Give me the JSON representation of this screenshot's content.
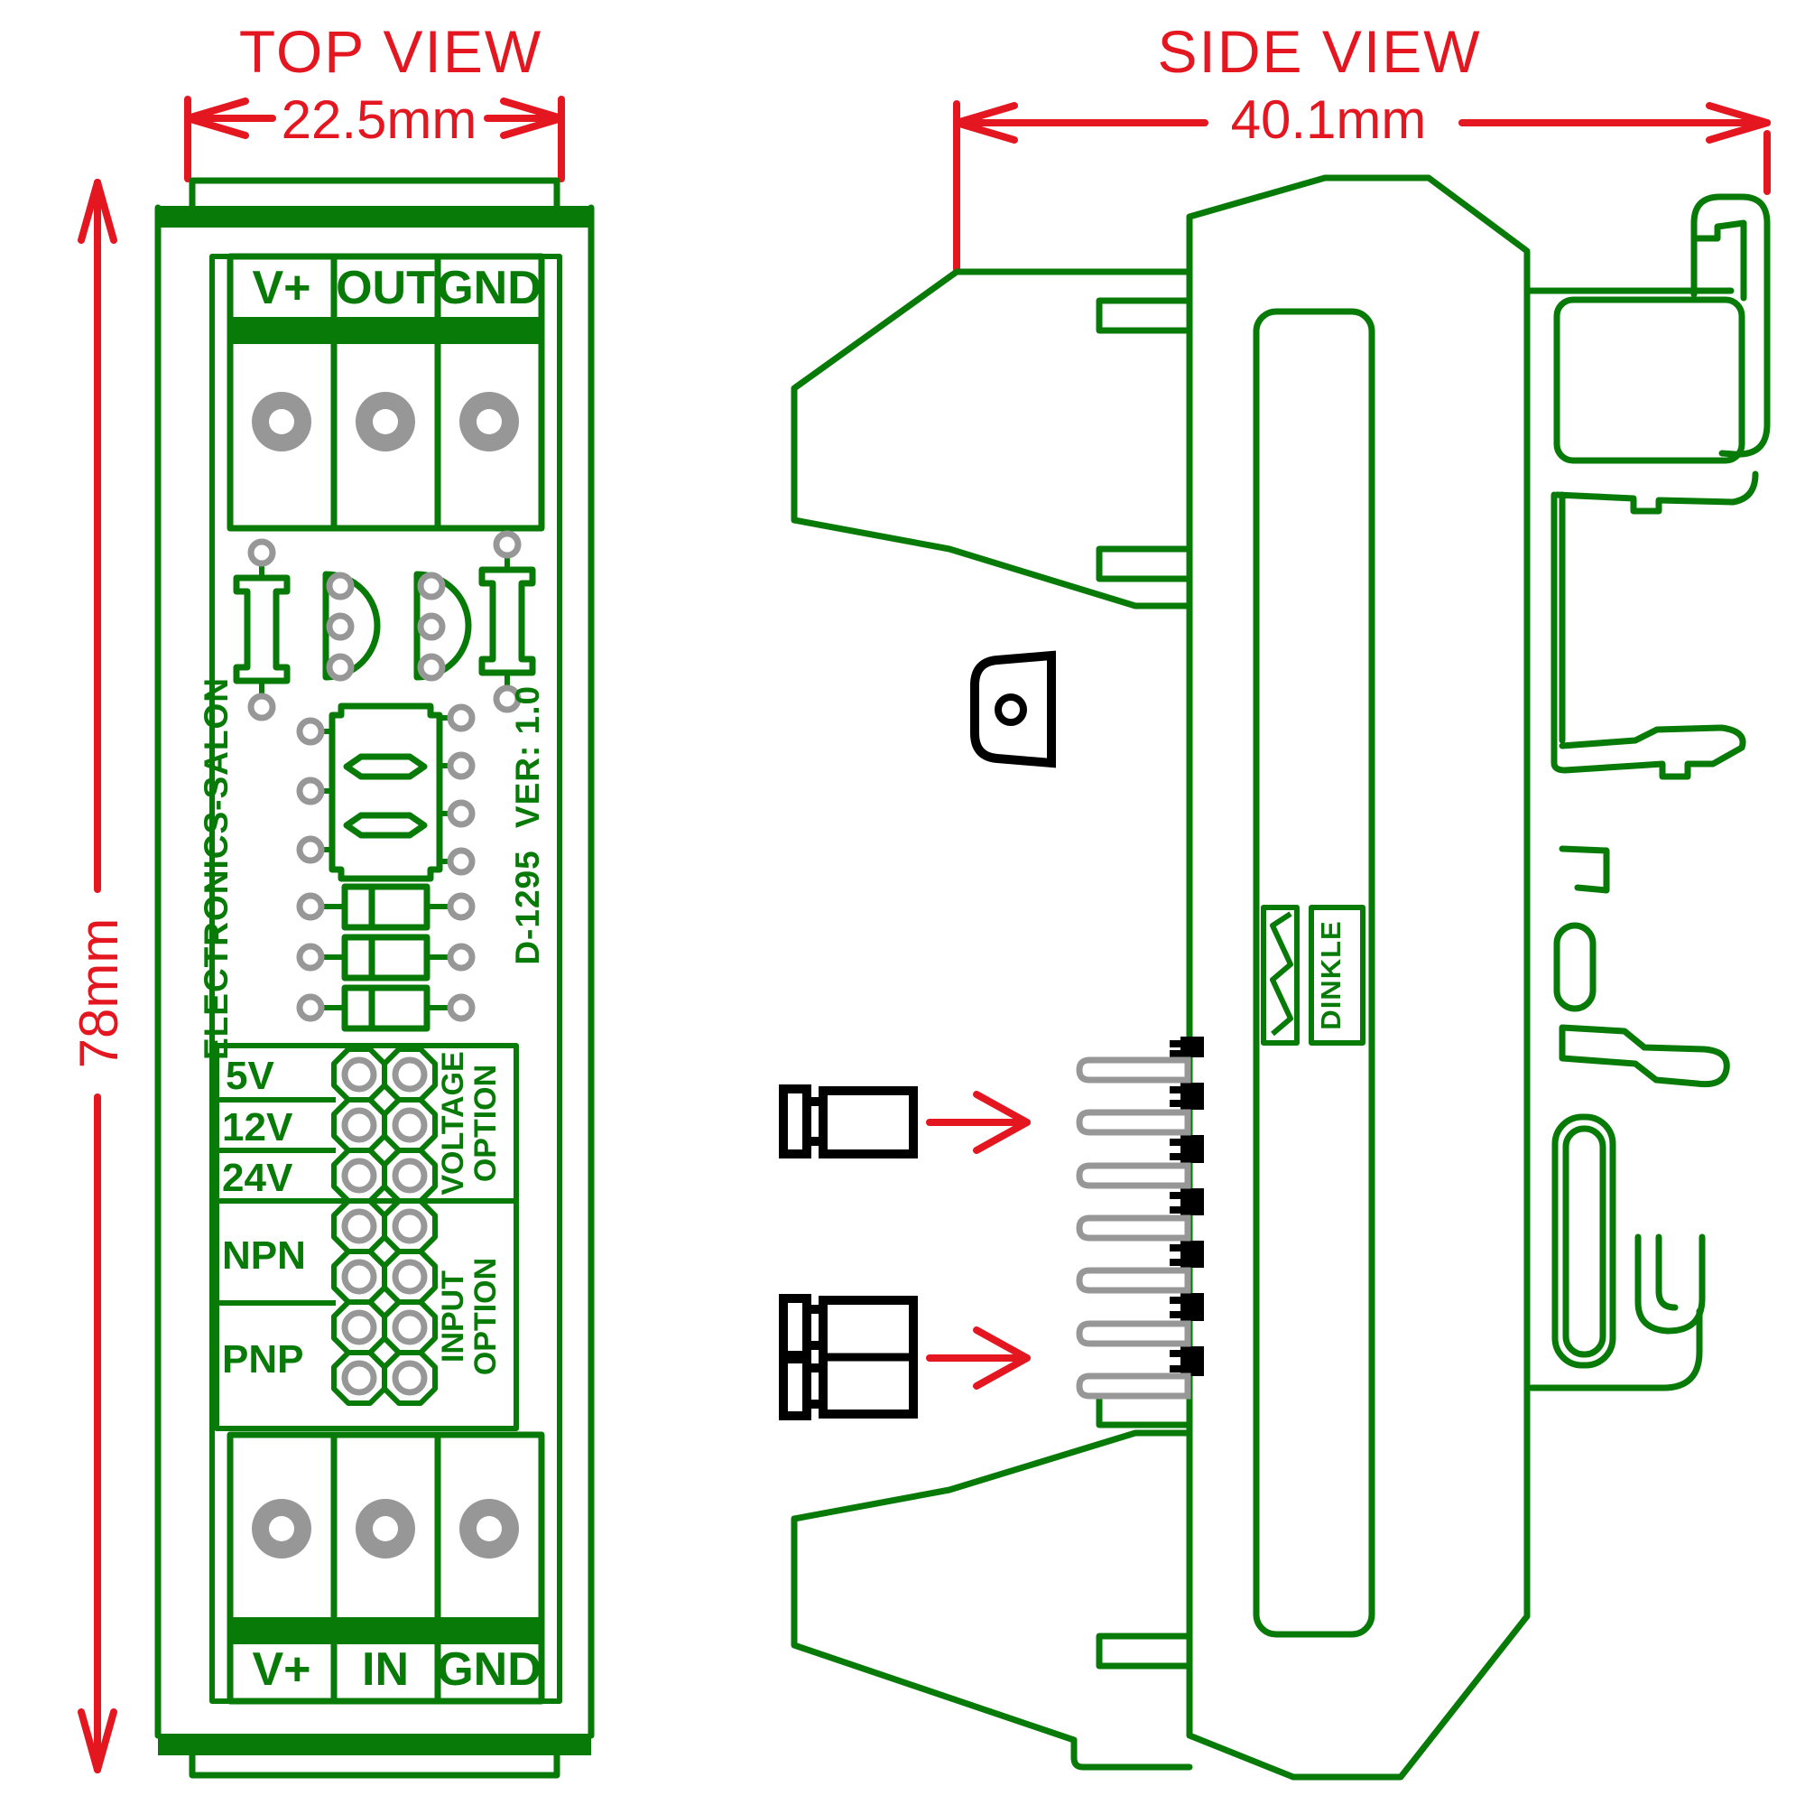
{
  "colors": {
    "board_green": "#077a07",
    "dimension_red": "#e4161f",
    "pad_gray": "#979797",
    "part_black": "#000000"
  },
  "top_view": {
    "title": "TOP VIEW",
    "width_dim": "22.5mm",
    "height_dim": "78mm",
    "top_terminal_labels": [
      "V+",
      "OUT",
      "GND"
    ],
    "bottom_terminal_labels": [
      "V+",
      "IN",
      "GND"
    ],
    "silk_left": "ELECTRONICS-SALON",
    "silk_right_line1": "D-1295",
    "silk_right_line2": "VER: 1.0",
    "jumper_rows": [
      "5V",
      "12V",
      "24V",
      "NPN",
      "PNP"
    ],
    "voltage_option": [
      "VOLTAGE",
      "OPTION"
    ],
    "input_option": [
      "INPUT",
      "OPTION"
    ]
  },
  "side_view": {
    "title": "SIDE VIEW",
    "width_dim": "40.1mm",
    "logo": "DINKLE"
  }
}
